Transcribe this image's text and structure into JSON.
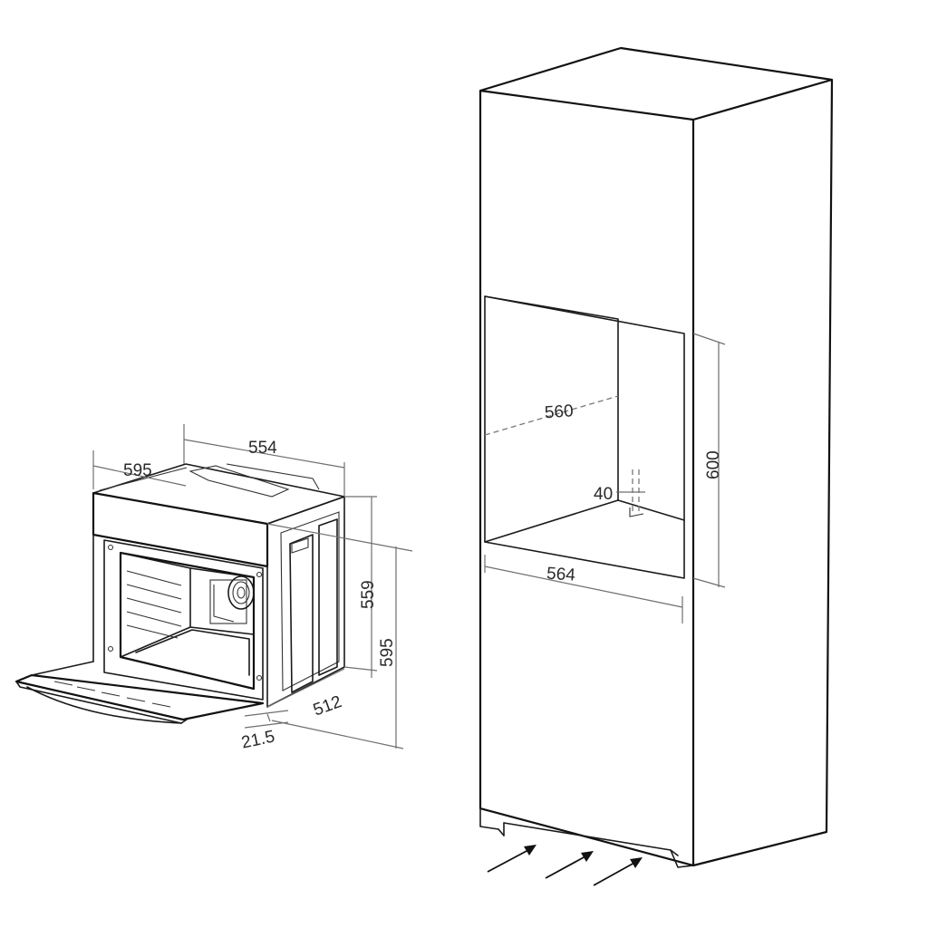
{
  "oven": {
    "width_label": "554",
    "front_width_label": "595",
    "height_label": "559",
    "total_height_label": "595",
    "depth_label": "512",
    "door_offset_label": "21.5"
  },
  "cabinet": {
    "niche_depth_label": "560",
    "niche_height_label": "600",
    "niche_width_label": "564",
    "vent_gap_label": "40"
  },
  "icons": {
    "airflow": "airflow-arrow-icon",
    "fan": "oven-fan-icon"
  }
}
